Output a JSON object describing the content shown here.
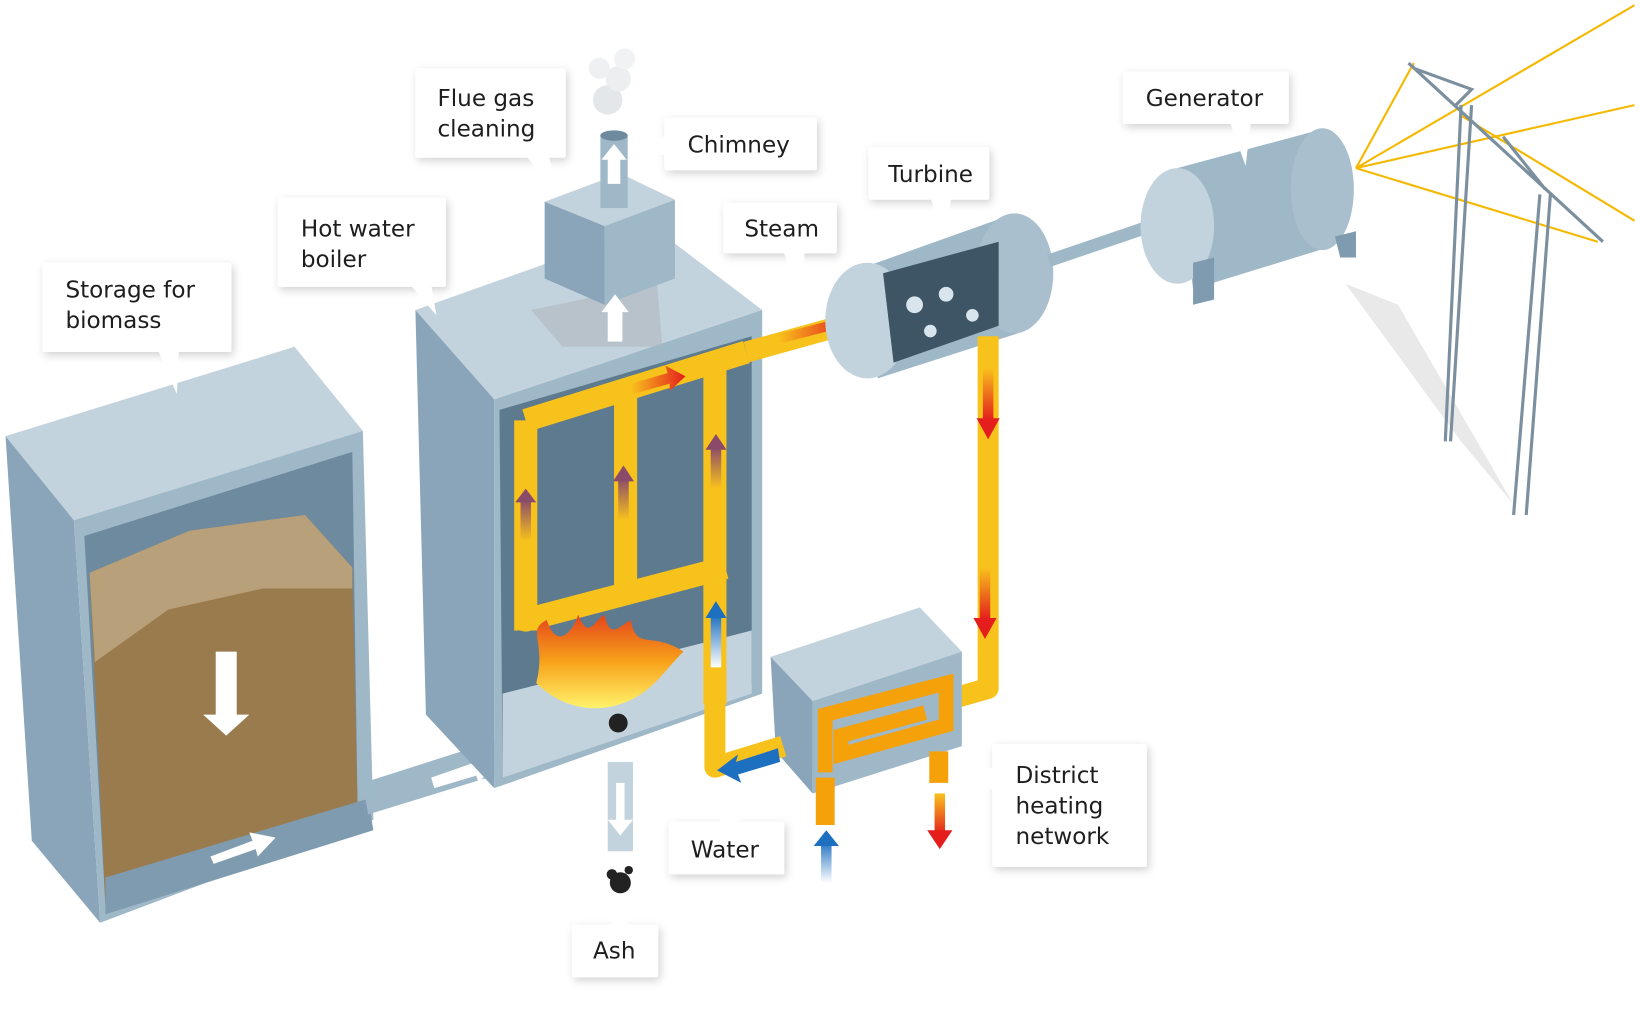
{
  "title": "Biomass combined heat and power plant",
  "labels": {
    "flue_gas_1": "Flue gas",
    "flue_gas_2": "cleaning",
    "chimney": "Chimney",
    "turbine": "Turbine",
    "generator": "Generator",
    "steam": "Steam",
    "boiler_1": "Hot water",
    "boiler_2": "boiler",
    "storage_1": "Storage for",
    "storage_2": "biomass",
    "water": "Water",
    "ash": "Ash",
    "district_1": "District",
    "district_2": "heating",
    "district_3": "network"
  },
  "colors": {
    "structure": "#9fb8c8",
    "structure_light": "#c3d3de",
    "structure_dark": "#7f9bb0",
    "pipe": "#f8c21c",
    "hot_arrow": "#e41d1d",
    "cold_arrow": "#1d6fc0",
    "biomass": "#9a7b4e",
    "power_line": "#f5b800"
  }
}
